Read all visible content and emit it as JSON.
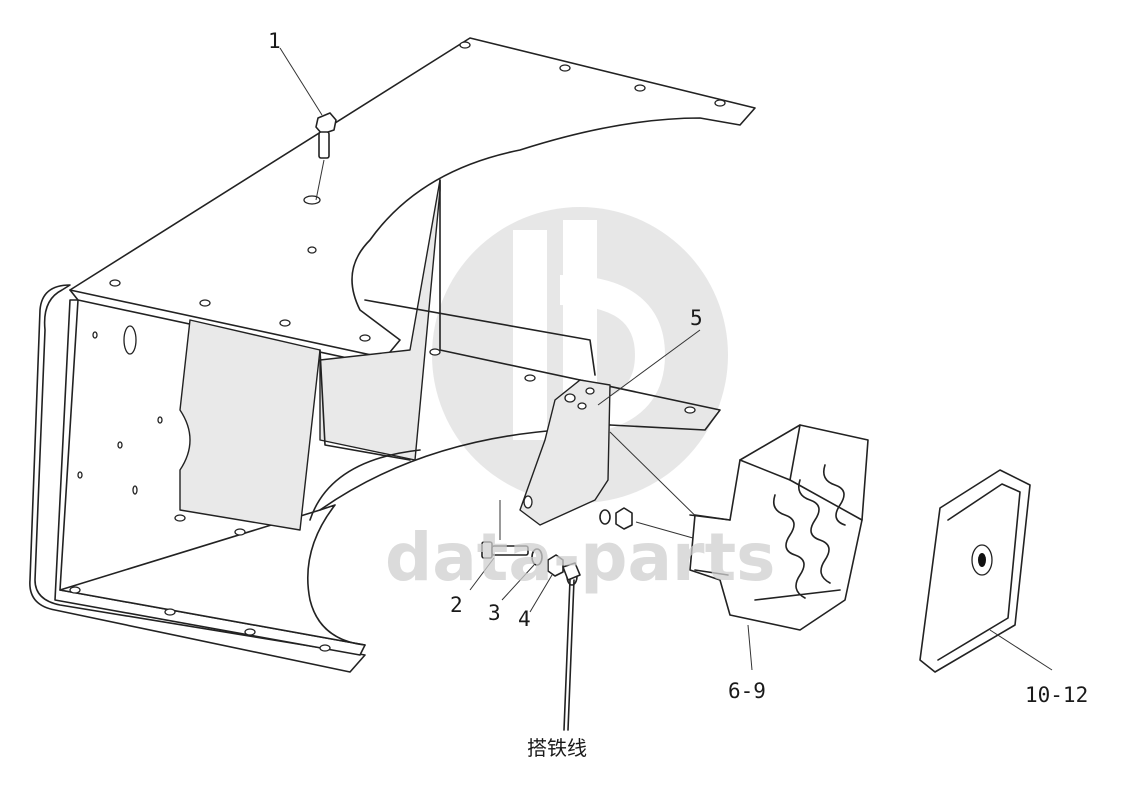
{
  "diagram": {
    "callouts": {
      "c1": "1",
      "c2": "2",
      "c3": "3",
      "c4": "4",
      "c5": "5",
      "c6": "6-9",
      "c10": "10-12",
      "ground_wire": "搭铁线"
    },
    "watermark": {
      "text": "data-parts",
      "color": "#cfcfcf"
    },
    "line_color": "#222222"
  }
}
